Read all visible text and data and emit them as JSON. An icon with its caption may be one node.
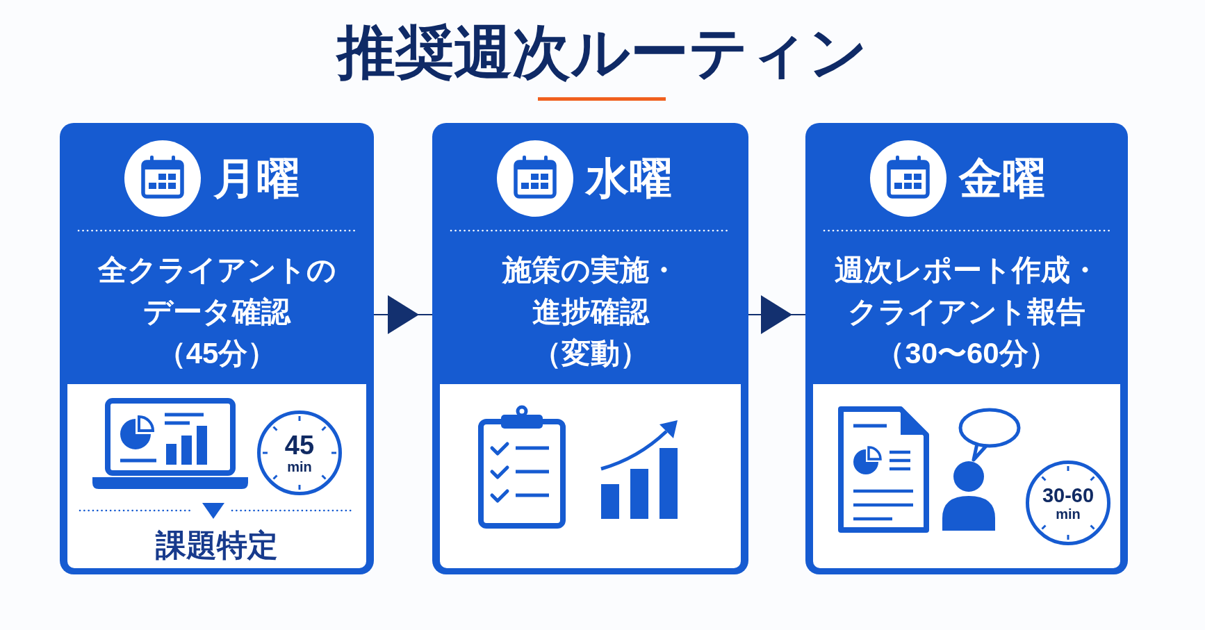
{
  "diagram": {
    "title": "推奨週次ルーティン",
    "nodes": [
      {
        "text": [
          "月曜",
          "全クライアントのデータ確認（45分）"
        ]
      },
      {
        "text": [
          "課題特定"
        ],
        "in": 0
      },
      {
        "text": [
          "45",
          "min"
        ],
        "in": 1
      },
      {
        "text": [
          "水曜",
          "施策の実施・進捗確認（変動）"
        ]
      },
      {
        "text": [],
        "shape": "box",
        "in": 3
      },
      {
        "text": [
          "金曜",
          "週次レポート作成・クライアント報告（30〜60分）"
        ]
      },
      {
        "text": [],
        "shape": "box",
        "in": 5
      },
      {
        "text": [
          "30-60",
          "min"
        ],
        "in": 6
      }
    ],
    "edges": [
      {
        "from": 0,
        "to": 3,
        "arrow": "to"
      },
      {
        "from": 3,
        "to": 5,
        "arrow": "to"
      }
    ]
  }
}
